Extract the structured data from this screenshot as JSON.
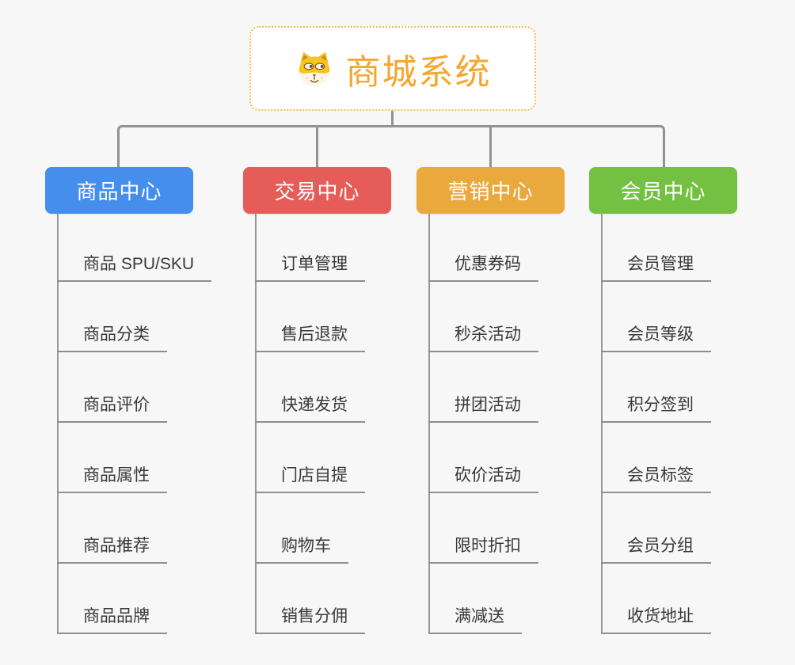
{
  "root": {
    "title": "商城系统",
    "icon": "dog-face-icon"
  },
  "branches": [
    {
      "id": "product-center",
      "label": "商品中心",
      "color": "#468eeb",
      "children": [
        "商品 SPU/SKU",
        "商品分类",
        "商品评价",
        "商品属性",
        "商品推荐",
        "商品品牌"
      ]
    },
    {
      "id": "trade-center",
      "label": "交易中心",
      "color": "#e65c58",
      "children": [
        "订单管理",
        "售后退款",
        "快递发货",
        "门店自提",
        "购物车",
        "销售分佣"
      ]
    },
    {
      "id": "marketing-center",
      "label": "营销中心",
      "color": "#eaa93d",
      "children": [
        "优惠券码",
        "秒杀活动",
        "拼团活动",
        "砍价活动",
        "限时折扣",
        "满减送"
      ]
    },
    {
      "id": "member-center",
      "label": "会员中心",
      "color": "#74c043",
      "children": [
        "会员管理",
        "会员等级",
        "积分签到",
        "会员标签",
        "会员分组",
        "收货地址"
      ]
    }
  ],
  "colors": {
    "background": "#f7f7f7",
    "connector_line": "#929292",
    "leaf_underline": "#8e8e8e",
    "leaf_text": "#383838",
    "root_text": "#f5a62e",
    "root_border": "#f2bb57",
    "root_background": "#ffffff"
  }
}
